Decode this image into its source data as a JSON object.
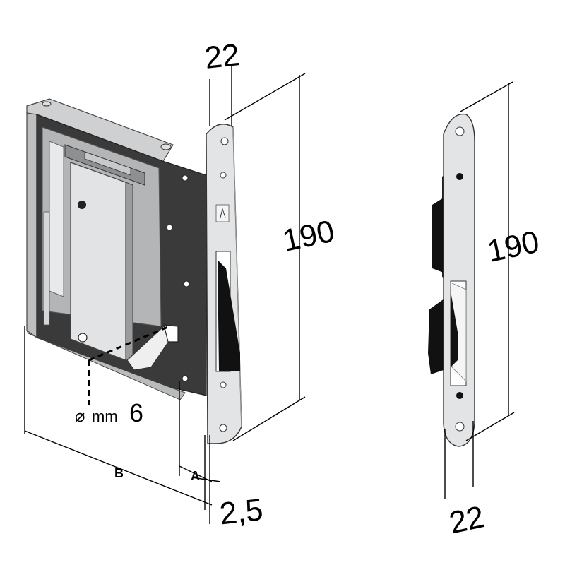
{
  "dimensions": {
    "left_width": "22",
    "left_height": "190",
    "right_height": "190",
    "right_width": "22",
    "thickness": "2,5",
    "label_a": "A",
    "label_b": "B",
    "hole_symbol": "⌀",
    "hole_unit": "mm",
    "hole_value": "6"
  },
  "colors": {
    "steel": "#d9dadb",
    "steel_dark": "#8f9193",
    "housing": "#3a3a3a",
    "latch": "#111111"
  }
}
